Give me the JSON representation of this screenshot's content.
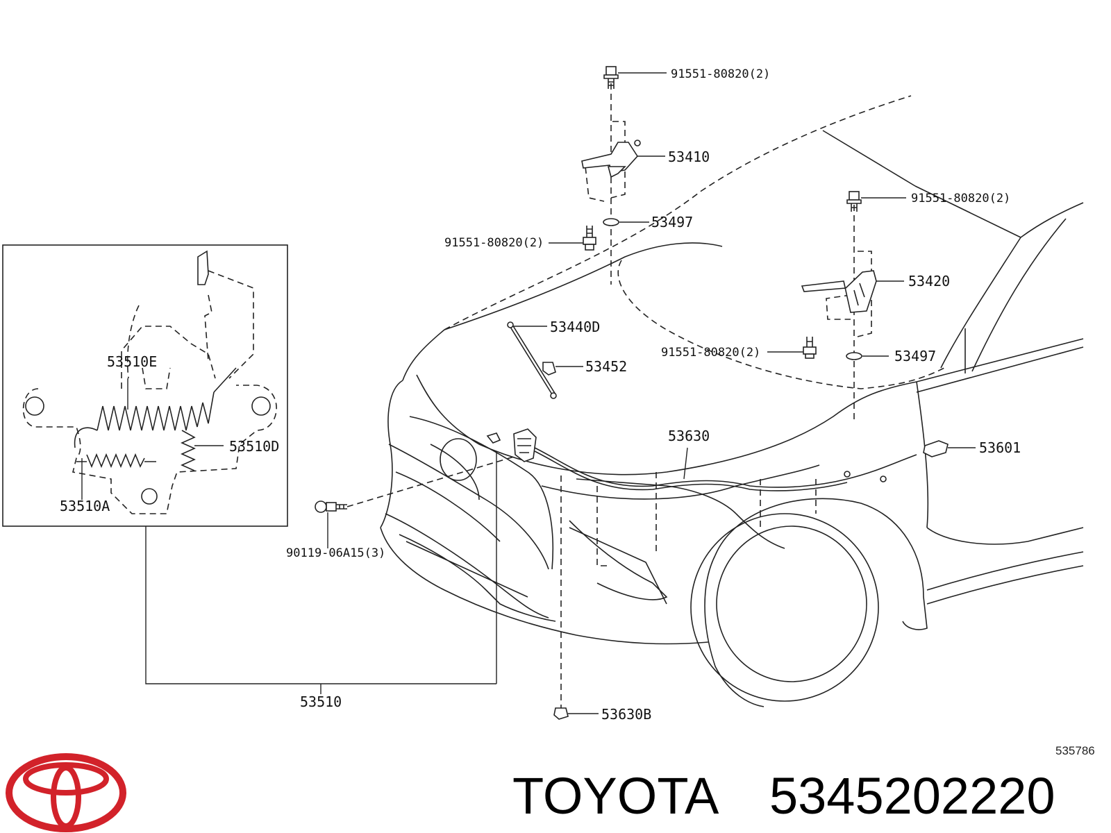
{
  "diagram": {
    "callouts": {
      "bolt_top_hinge_l": "91551-80820(2)",
      "hinge_l": "53410",
      "washer_l": "53497",
      "bolt_bottom_hinge_l": "91551-80820(2)",
      "bolt_top_hinge_r": "91551-80820(2)",
      "hinge_r": "53420",
      "bolt_bottom_hinge_r": "91551-80820(2)",
      "washer_r": "53497",
      "support_rod": "53440D",
      "rod_holder": "53452",
      "release_cable": "53630",
      "release_lever": "53601",
      "latch_bolt": "90119-06A15(3)",
      "cable_clamp": "53630B",
      "lock_assy": "53510",
      "inset_spring_e": "53510E",
      "inset_spring_d": "53510D",
      "inset_spring_a": "53510A"
    },
    "reference_number": "535786"
  },
  "branding": {
    "logo_icon": "toyota-logo-icon",
    "brand_name": "TOYOTA",
    "part_number": "5345202220",
    "logo_color": "#d2222a"
  }
}
